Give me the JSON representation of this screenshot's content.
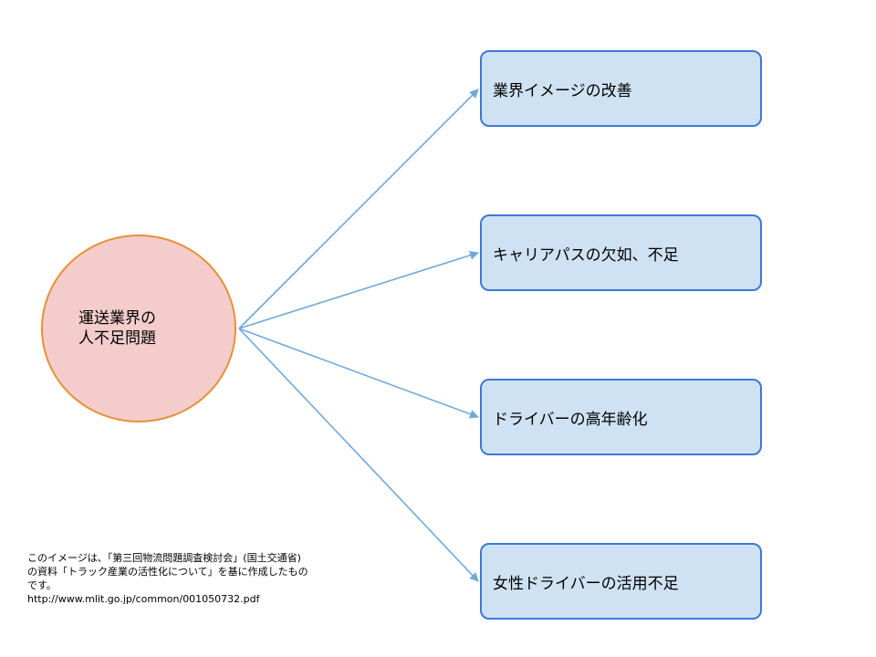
{
  "diagram": {
    "center": {
      "line1": "運送業界の",
      "line2": "人不足問題"
    },
    "branches": [
      {
        "label": "業界イメージの改善"
      },
      {
        "label": "キャリアパスの欠如、不足"
      },
      {
        "label": "ドライバーの高年齢化"
      },
      {
        "label": "女性ドライバーの活用不足"
      }
    ],
    "colors": {
      "center_fill": "#f4cccc",
      "center_stroke": "#e69138",
      "box_fill": "#cfe2f3",
      "box_stroke": "#3c78d8",
      "arrow": "#6fa8dc"
    }
  },
  "source_note": {
    "line1": "このイメージは、「第三回物流問題調査検討会」(国土交通省)",
    "line2": "の資料「トラック産業の活性化について」を基に作成したもの",
    "line3": "です。",
    "url": "http://www.mlit.go.jp/common/001050732.pdf"
  }
}
